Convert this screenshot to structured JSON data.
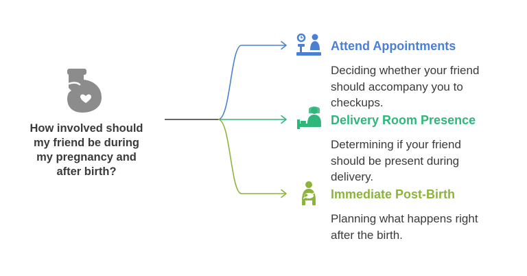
{
  "question": "How involved should\nmy friend be during\nmy pregnancy and\nafter birth?",
  "colors": {
    "stem": "#333333",
    "icon_gray": "#8c8c8c",
    "text": "#3a3a3a"
  },
  "branches": [
    {
      "title": "Attend Appointments",
      "description": "Deciding whether your friend\nshould accompany you to\ncheckups.",
      "color": "#4a7fd4",
      "icon": "appointment-icon"
    },
    {
      "title": "Delivery Room Presence",
      "description": "Determining if your friend\nshould be present during\ndelivery.",
      "color": "#2fb67a",
      "icon": "delivery-bed-icon"
    },
    {
      "title": "Immediate Post-Birth",
      "description": "Planning what happens right\nafter the birth.",
      "color": "#8db43a",
      "icon": "parent-baby-icon"
    }
  ]
}
